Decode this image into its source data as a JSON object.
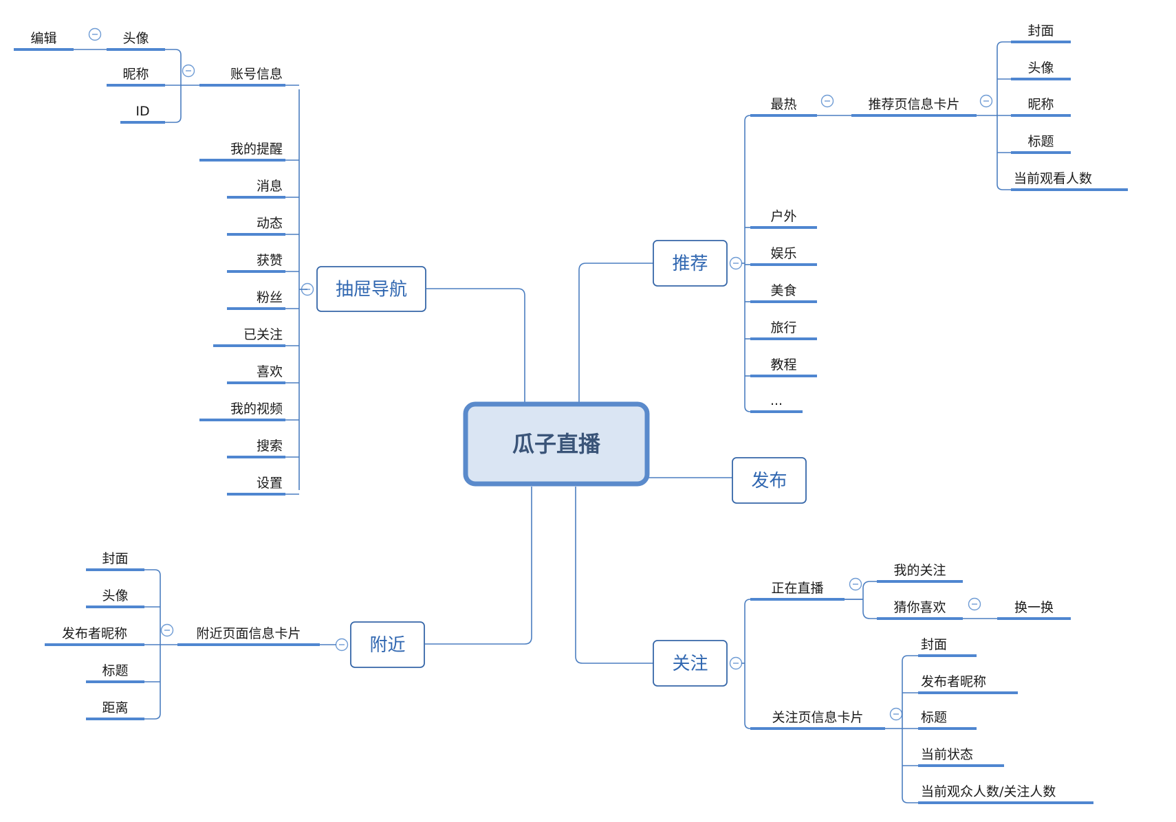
{
  "colors": {
    "line": "#4a7dc0",
    "underline": "#4f86d0",
    "box_border": "#3566a8",
    "box_text": "#2f66b0",
    "text": "#1a1a1a",
    "center_fill": "#dae5f3",
    "center_border": "#5a8acb",
    "center_text": "#3a5478",
    "collapse": "#6e9bd4"
  },
  "center": {
    "label": "瓜子直播"
  },
  "drawer": {
    "label": "抽屉导航",
    "account": {
      "label": "账号信息",
      "avatar": {
        "label": "头像",
        "edit": "编辑"
      },
      "nickname": "昵称",
      "id": "ID"
    },
    "items": [
      "我的提醒",
      "消息",
      "动态",
      "获赞",
      "粉丝",
      "已关注",
      "喜欢",
      "我的视频",
      "搜索",
      "设置"
    ]
  },
  "recommend": {
    "label": "推荐",
    "hot": {
      "label": "最热",
      "card": {
        "label": "推荐页信息卡片",
        "fields": [
          "封面",
          "头像",
          "昵称",
          "标题",
          "当前观看人数"
        ]
      }
    },
    "categories": [
      "户外",
      "娱乐",
      "美食",
      "旅行",
      "教程",
      "..."
    ]
  },
  "publish": {
    "label": "发布"
  },
  "nearby": {
    "label": "附近",
    "card": {
      "label": "附近页面信息卡片",
      "fields": [
        "封面",
        "头像",
        "发布者昵称",
        "标题",
        "距离"
      ]
    }
  },
  "follow": {
    "label": "关注",
    "live": {
      "label": "正在直播",
      "my_follow": "我的关注",
      "guess": {
        "label": "猜你喜欢",
        "refresh": "换一换"
      }
    },
    "card": {
      "label": "关注页信息卡片",
      "fields": [
        "封面",
        "发布者昵称",
        "标题",
        "当前状态",
        "当前观众人数/关注人数"
      ]
    }
  }
}
